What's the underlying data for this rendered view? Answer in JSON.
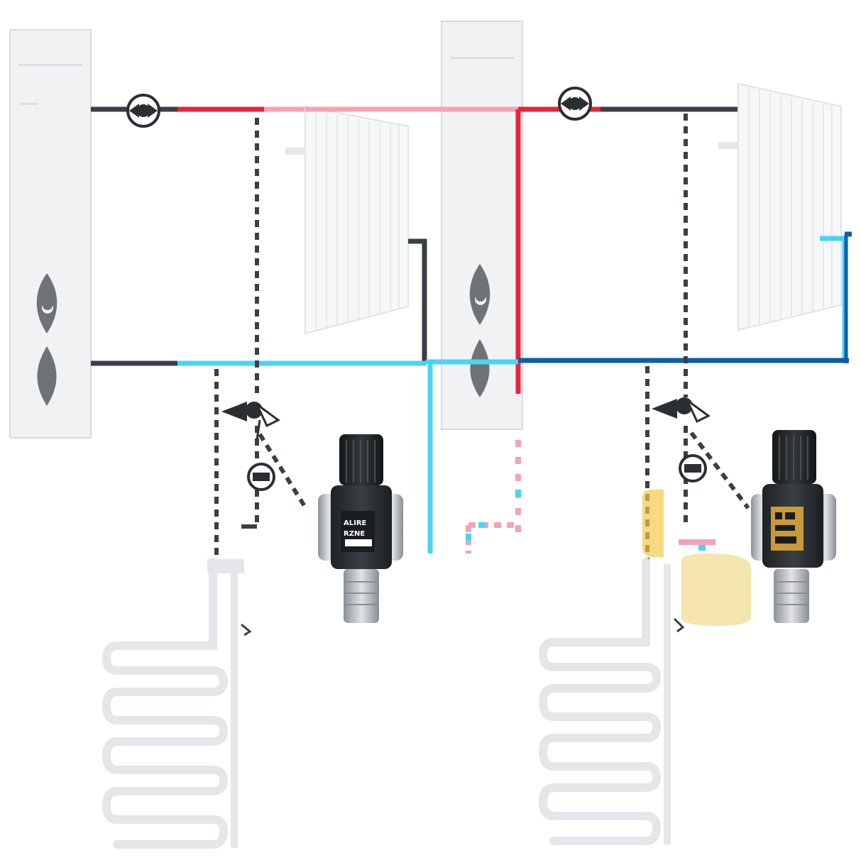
{
  "diagram": {
    "title": "",
    "colors": {
      "supply_hot": "#e8243a",
      "supply_hot_faded": "#f5a3b4",
      "return_cold": "#49d4f4",
      "return_dark": "#0f5ea8",
      "pipe_neutral": "#3a3f45",
      "boiler_body": "#f1f2f4",
      "radiator_body": "#f6f7f9",
      "floor_loop": "#e4e6e9",
      "valve_body": "#2b2f33",
      "valve_metal": "#b8bcc0",
      "valve_highlight": "#f2c94c"
    },
    "left_system": {
      "boiler": {
        "name": "boiler-left",
        "icons": [
          "flame-icon",
          "water-drop-icon"
        ]
      },
      "radiator": {
        "name": "radiator-left"
      },
      "supply_pump": {
        "name": "supply-pump-left",
        "icon": "pump-icon"
      },
      "return_pump": {
        "name": "return-pump-left",
        "icon": "pump-icon"
      },
      "mixing_valve": {
        "name": "thermostatic-mixing-valve-left",
        "label_line1": "ALIRE",
        "label_line2": "RZNE"
      },
      "underfloor_loop": {
        "name": "underfloor-heating-left"
      }
    },
    "right_system": {
      "boiler": {
        "name": "boiler-right",
        "icons": [
          "flame-icon",
          "water-drop-icon"
        ]
      },
      "radiator": {
        "name": "radiator-right"
      },
      "supply_pump": {
        "name": "supply-pump-right",
        "icon": "pump-icon"
      },
      "return_pump": {
        "name": "return-pump-right",
        "icon": "pump-icon"
      },
      "mixing_valve": {
        "name": "thermostatic-mixing-valve-right",
        "highlighted": true
      },
      "underfloor_loop": {
        "name": "underfloor-heating-right"
      }
    }
  }
}
